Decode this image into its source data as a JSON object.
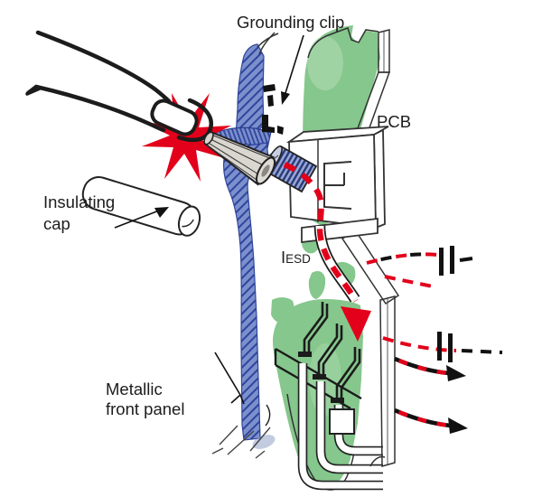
{
  "figure": {
    "type": "technical-illustration",
    "subject": "ESD discharge through metallic front panel into PCB",
    "labels": {
      "grounding_clip": "Grounding clip",
      "pcb": "PCB",
      "insulating_cap_line1": "Insulating",
      "insulating_cap_line2": "cap",
      "metallic_panel_line1": "Metallic",
      "metallic_panel_line2": "front panel",
      "esd_current_main": "I",
      "esd_current_sub": "ESD"
    },
    "colors": {
      "spark_red": "#e2001a",
      "pcb_green": "#85c78c",
      "pcb_green_light": "#a9d9ae",
      "panel_blue": "#7b90cc",
      "panel_blue_dark": "#2f459d",
      "outline_black": "#1c1c1c",
      "metal_gray": "#d9d7d0"
    },
    "icons": {
      "spark": "starburst-icon",
      "grounding_clip_marks": "dashed-bracket-icon",
      "capacitor_top": "capacitor-plates-icon",
      "capacitor_bottom": "capacitor-plates-icon",
      "field_lines": "dashed-curve-icon",
      "coupling_arrows": "curved-dashed-arrow-icon"
    }
  }
}
